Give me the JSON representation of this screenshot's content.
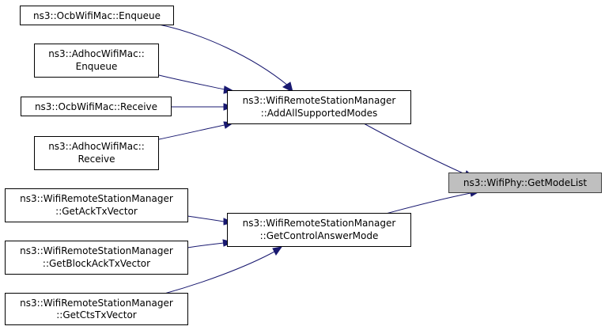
{
  "diagram": {
    "nodes": {
      "ocb_enqueue": {
        "lines": [
          "ns3::OcbWifiMac::Enqueue"
        ],
        "highlighted": false
      },
      "adhoc_enqueue": {
        "lines": [
          "ns3::AdhocWifiMac::",
          "Enqueue"
        ],
        "highlighted": false
      },
      "ocb_receive": {
        "lines": [
          "ns3::OcbWifiMac::Receive"
        ],
        "highlighted": false
      },
      "adhoc_receive": {
        "lines": [
          "ns3::AdhocWifiMac::",
          "Receive"
        ],
        "highlighted": false
      },
      "add_all_supported_modes": {
        "lines": [
          "ns3::WifiRemoteStationManager",
          "::AddAllSupportedModes"
        ],
        "highlighted": false
      },
      "get_ack_tx_vector": {
        "lines": [
          "ns3::WifiRemoteStationManager",
          "::GetAckTxVector"
        ],
        "highlighted": false
      },
      "get_block_ack_tx_vector": {
        "lines": [
          "ns3::WifiRemoteStationManager",
          "::GetBlockAckTxVector"
        ],
        "highlighted": false
      },
      "get_cts_tx_vector": {
        "lines": [
          "ns3::WifiRemoteStationManager",
          "::GetCtsTxVector"
        ],
        "highlighted": false
      },
      "get_control_answer_mode": {
        "lines": [
          "ns3::WifiRemoteStationManager",
          "::GetControlAnswerMode"
        ],
        "highlighted": false
      },
      "get_mode_list": {
        "lines": [
          "ns3::WifiPhy::GetModeList"
        ],
        "highlighted": true
      }
    },
    "edges": [
      {
        "from": "ocb_enqueue",
        "to": "add_all_supported_modes"
      },
      {
        "from": "adhoc_enqueue",
        "to": "add_all_supported_modes"
      },
      {
        "from": "ocb_receive",
        "to": "add_all_supported_modes"
      },
      {
        "from": "adhoc_receive",
        "to": "add_all_supported_modes"
      },
      {
        "from": "get_ack_tx_vector",
        "to": "get_control_answer_mode"
      },
      {
        "from": "get_block_ack_tx_vector",
        "to": "get_control_answer_mode"
      },
      {
        "from": "get_cts_tx_vector",
        "to": "get_control_answer_mode"
      },
      {
        "from": "add_all_supported_modes",
        "to": "get_mode_list"
      },
      {
        "from": "get_control_answer_mode",
        "to": "get_mode_list"
      }
    ],
    "colors": {
      "edge": "#191970",
      "node_border": "#000000",
      "node_fill": "#ffffff",
      "highlight_fill": "#bfbfbf",
      "highlight_border": "#404040"
    }
  }
}
